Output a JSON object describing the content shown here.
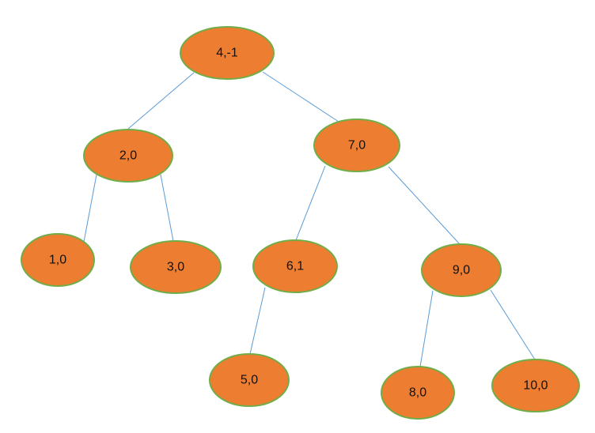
{
  "tree": {
    "nodes": [
      {
        "id": "n4",
        "label": "4,-1"
      },
      {
        "id": "n2",
        "label": "2,0"
      },
      {
        "id": "n7",
        "label": "7,0"
      },
      {
        "id": "n1",
        "label": "1,0"
      },
      {
        "id": "n3",
        "label": "3,0"
      },
      {
        "id": "n6",
        "label": "6,1"
      },
      {
        "id": "n9",
        "label": "9,0"
      },
      {
        "id": "n5",
        "label": "5,0"
      },
      {
        "id": "n8",
        "label": "8,0"
      },
      {
        "id": "n10",
        "label": "10,0"
      }
    ],
    "edges": [
      {
        "from": "n4",
        "to": "n2"
      },
      {
        "from": "n4",
        "to": "n7"
      },
      {
        "from": "n2",
        "to": "n1"
      },
      {
        "from": "n2",
        "to": "n3"
      },
      {
        "from": "n7",
        "to": "n6"
      },
      {
        "from": "n7",
        "to": "n9"
      },
      {
        "from": "n6",
        "to": "n5"
      },
      {
        "from": "n9",
        "to": "n8"
      },
      {
        "from": "n9",
        "to": "n10"
      }
    ],
    "colors": {
      "node_fill": "#ED7D31",
      "node_border": "#70AD47",
      "edge": "#5B9BD5",
      "text": "#111111"
    }
  }
}
